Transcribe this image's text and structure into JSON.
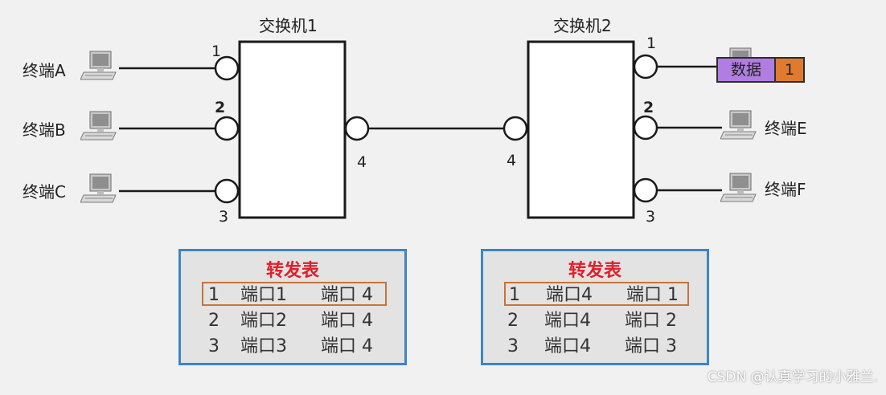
{
  "switches": [
    {
      "title": "交换机1",
      "port_labels": [
        "1",
        "2",
        "3",
        "4"
      ]
    },
    {
      "title": "交换机2",
      "port_labels": [
        "1",
        "2",
        "4",
        "3"
      ]
    }
  ],
  "terminals": {
    "a": "终端A",
    "b": "终端B",
    "c": "终端C",
    "e": "终端E",
    "f": "终端F"
  },
  "packet": {
    "data_label": "数据",
    "port_label": "1"
  },
  "tables": [
    {
      "title": "转发表",
      "rows": [
        {
          "num": "1",
          "in_port": "端口1",
          "out_port": "端口 4",
          "highlighted": true
        },
        {
          "num": "2",
          "in_port": "端口2",
          "out_port": "端口 4",
          "highlighted": false
        },
        {
          "num": "3",
          "in_port": "端口3",
          "out_port": "端口 4",
          "highlighted": false
        }
      ]
    },
    {
      "title": "转发表",
      "rows": [
        {
          "num": "1",
          "in_port": "端口4",
          "out_port": "端口 1",
          "highlighted": true
        },
        {
          "num": "2",
          "in_port": "端口4",
          "out_port": "端口 2",
          "highlighted": false
        },
        {
          "num": "3",
          "in_port": "端口4",
          "out_port": "端口 3",
          "highlighted": false
        }
      ]
    }
  ],
  "colors": {
    "table_border": "#3b86c4",
    "table_title": "#e0202a",
    "highlight_border": "#c8733a",
    "packet_data": "#b07ee0",
    "packet_port": "#e07a2e"
  },
  "watermark": "CSDN @认真学习的小雅兰."
}
